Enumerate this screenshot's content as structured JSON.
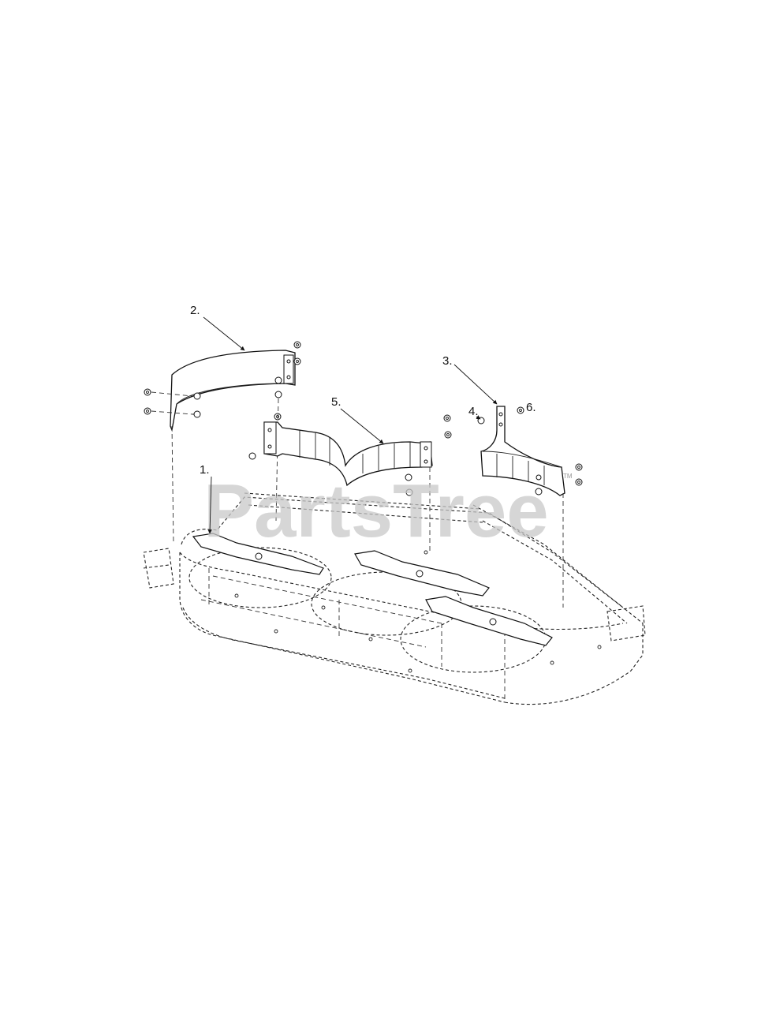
{
  "watermark": {
    "text": "PartsTree",
    "trademark": "TM"
  },
  "callouts": [
    {
      "id": "1",
      "label": "1."
    },
    {
      "id": "2",
      "label": "2."
    },
    {
      "id": "3",
      "label": "3."
    },
    {
      "id": "4",
      "label": "4."
    },
    {
      "id": "5",
      "label": "5."
    },
    {
      "id": "6",
      "label": "6."
    }
  ]
}
